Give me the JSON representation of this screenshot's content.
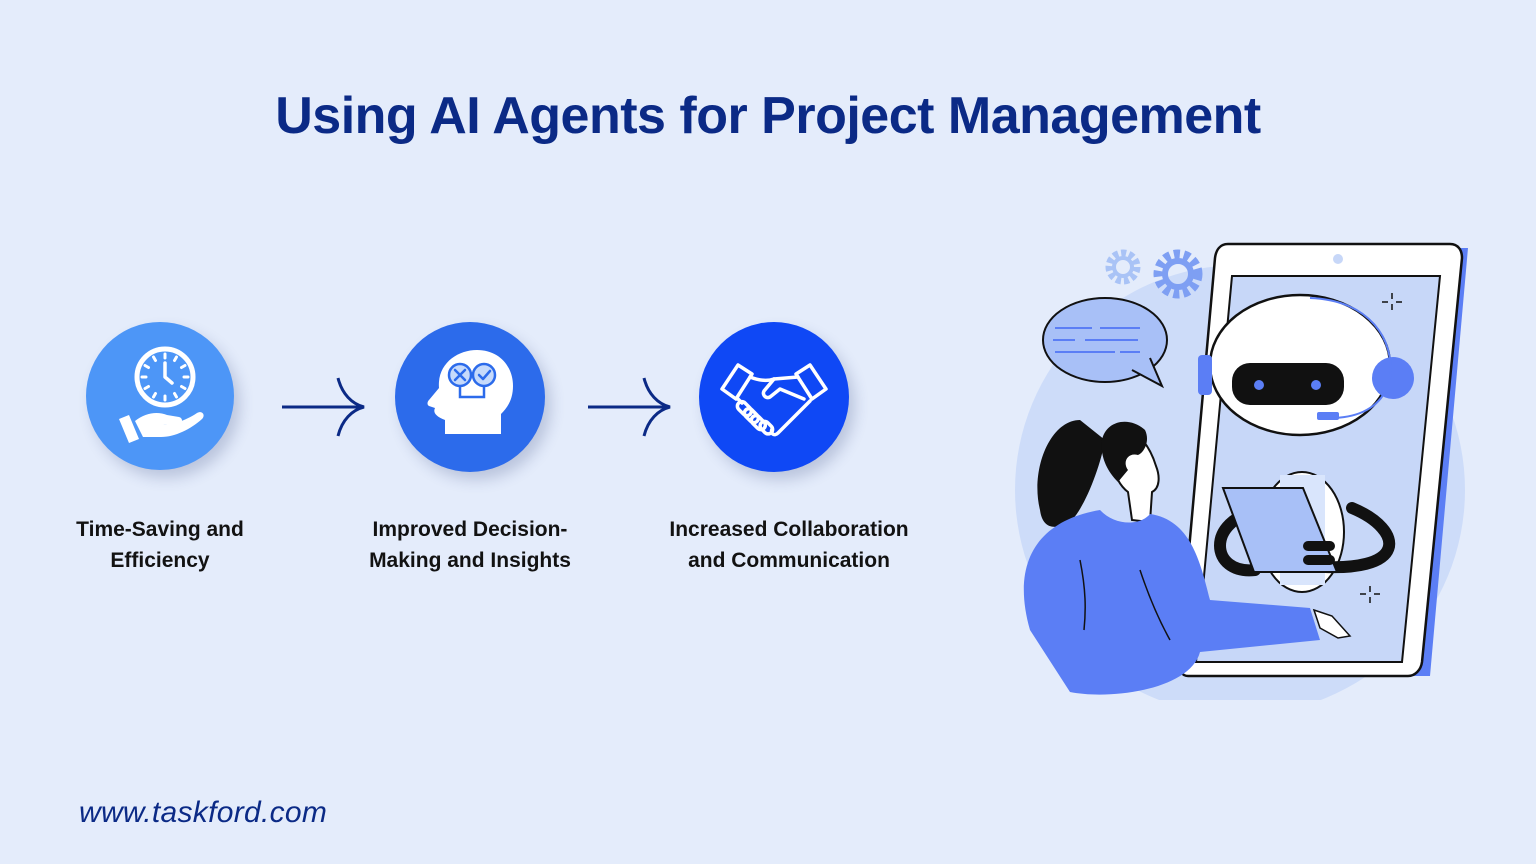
{
  "header": {
    "title": "Using AI Agents for Project Management"
  },
  "steps": [
    {
      "label_line1": "Time-Saving and",
      "label_line2": "Efficiency",
      "icon": "clock-in-hand-icon",
      "color": "#4D96F7"
    },
    {
      "label_line1": "Improved Decision-",
      "label_line2": "Making and Insights",
      "icon": "head-with-decision-icon",
      "color": "#2C6BEB"
    },
    {
      "label_line1": "Increased Collaboration",
      "label_line2": "and Communication",
      "icon": "handshake-icon",
      "color": "#0F48F5"
    }
  ],
  "connectors": [
    {
      "icon": "arrow-right-icon"
    },
    {
      "icon": "arrow-right-icon"
    }
  ],
  "illustration": {
    "subject": "woman-talking-to-robot-assistant-on-tablet",
    "elements": [
      "gears-icon",
      "speech-bubble-icon",
      "robot-with-headset",
      "tablet-device",
      "woman-figure",
      "sparkle-icon"
    ]
  },
  "footer": {
    "url": "www.taskford.com"
  },
  "colors": {
    "background": "#E4ECFB",
    "title": "#0B2A86",
    "text": "#121212",
    "accent_light": "#4D96F7",
    "accent_mid": "#2C6BEB",
    "accent_dark": "#0F48F5",
    "illustration_blue": "#5B7EF5",
    "illustration_light": "#C7D7F8"
  }
}
